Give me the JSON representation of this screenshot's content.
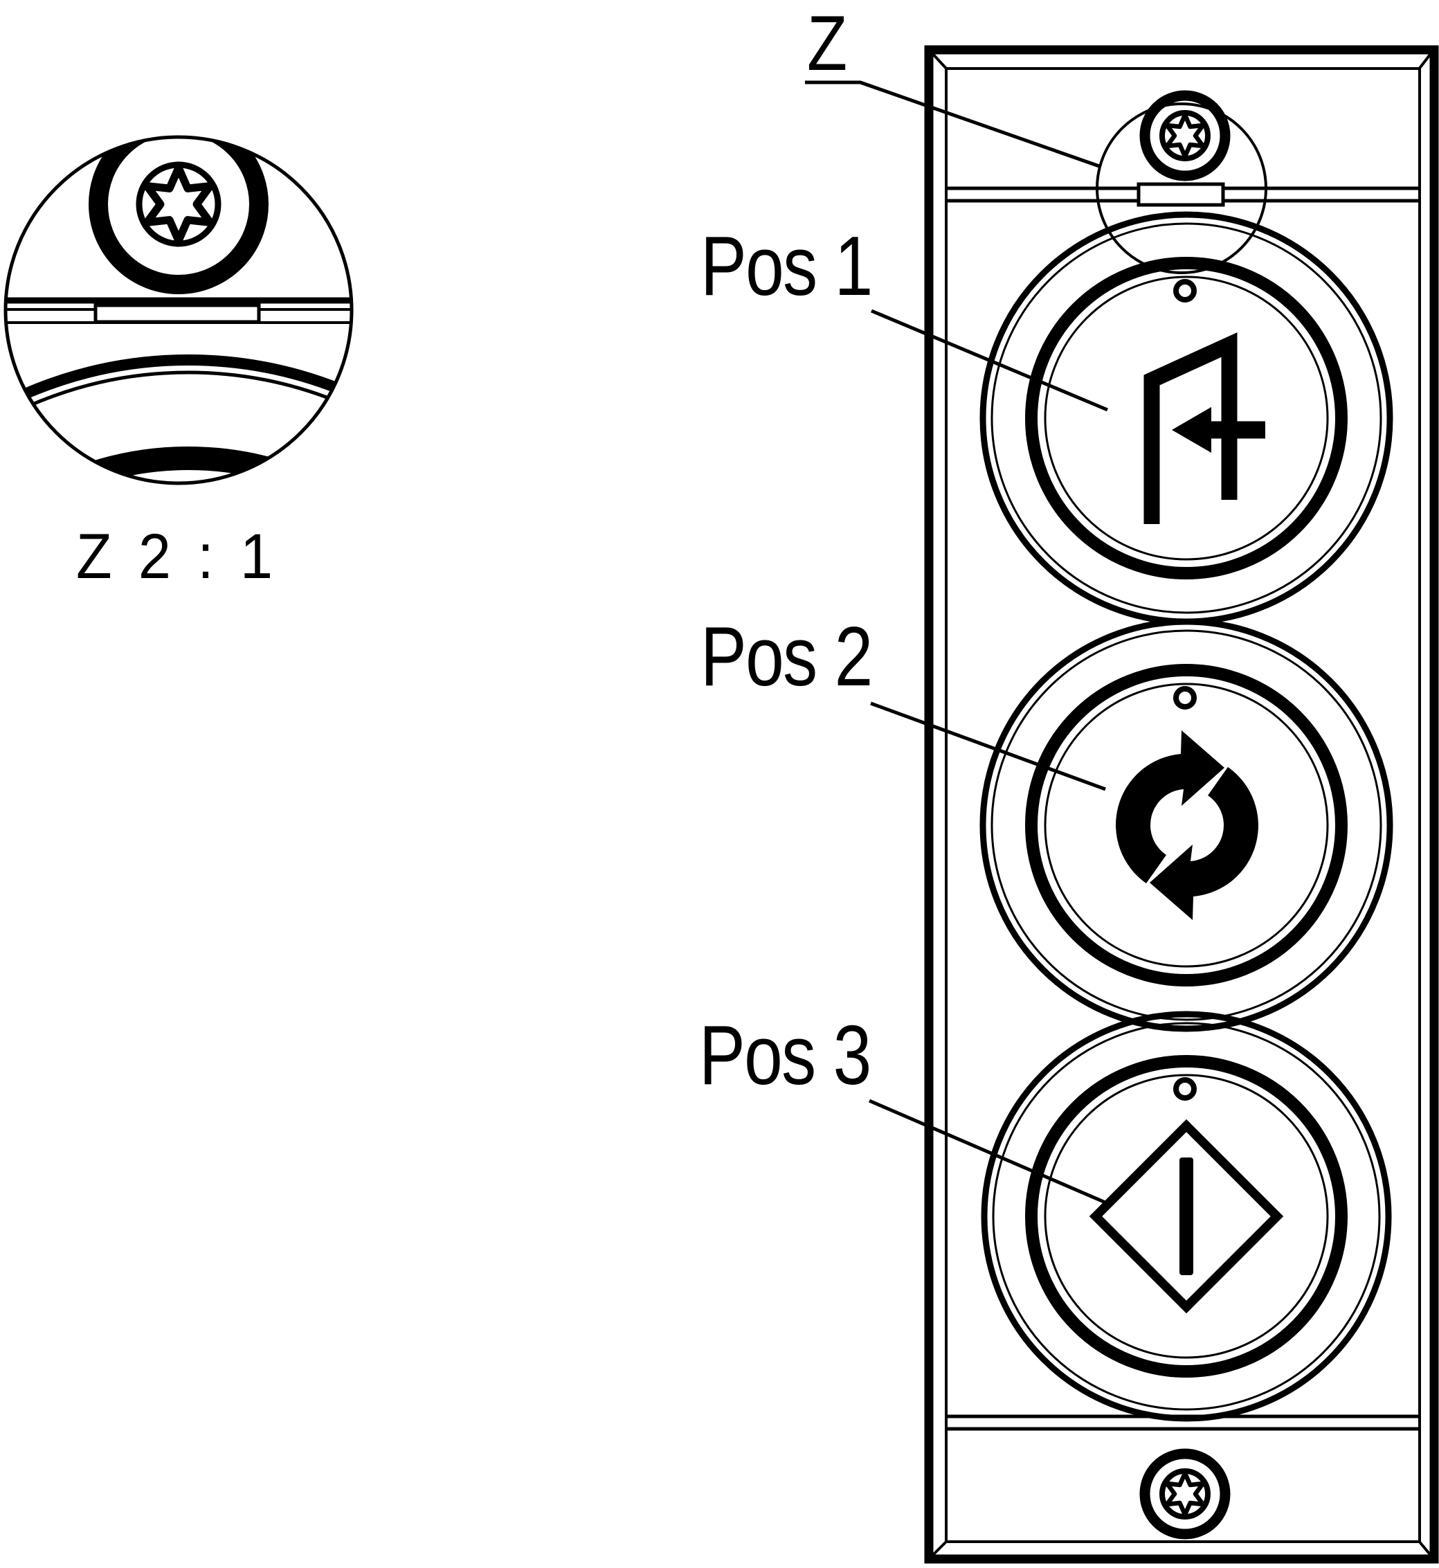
{
  "colors": {
    "line": "#000000",
    "background": "#ffffff"
  },
  "detail_view": {
    "caption": "Z 2 : 1"
  },
  "annotations": {
    "detail_marker": "Z"
  },
  "panel": {
    "buttons": [
      {
        "label": "Pos 1",
        "icon": "door-open-arrow-icon"
      },
      {
        "label": "Pos 2",
        "icon": "rotate-arrows-icon"
      },
      {
        "label": "Pos 3",
        "icon": "start-diamond-icon"
      }
    ],
    "screws": [
      {
        "position": "top",
        "icon": "torx-screw-icon"
      },
      {
        "position": "bottom",
        "icon": "torx-screw-icon"
      }
    ]
  }
}
